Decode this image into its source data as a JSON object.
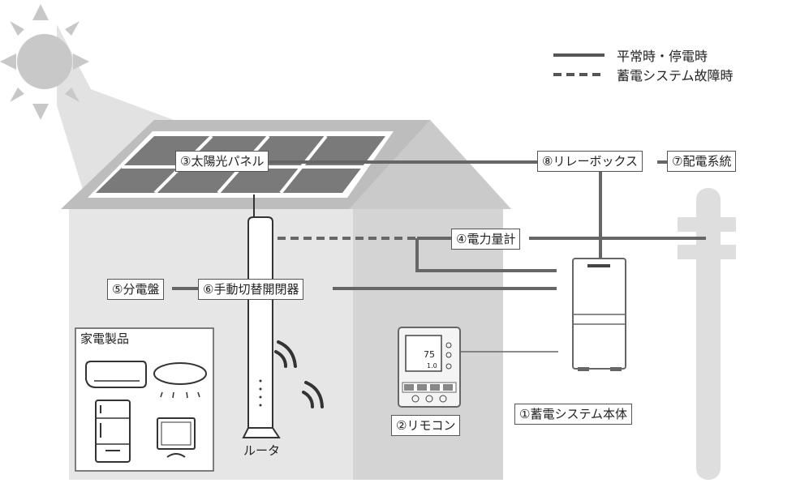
{
  "legend": {
    "normal_outage": "平常時・停電時",
    "storage_failure": "蓄電システム故障時"
  },
  "labels": {
    "storage_unit": "①蓄電システム本体",
    "remote": "②リモコン",
    "solar_panel": "③太陽光パネル",
    "power_meter": "④電力量計",
    "distribution_board": "⑤分電盤",
    "manual_switch": "⑥手動切替開閉器",
    "grid": "⑦配電系統",
    "relay_box": "⑧リレーボックス",
    "appliances": "家電製品",
    "router": "ルータ"
  },
  "remote_screen": {
    "value_main": "75",
    "value_sub": "1.0"
  },
  "colors": {
    "line": "#666666",
    "house_wall": "#e6e6e6",
    "house_side": "#d4d4d4",
    "roof": "#bdbdbd",
    "sun": "#c8c8c8",
    "pole": "#dedede"
  },
  "icons": [
    "sun-icon",
    "air-conditioner-icon",
    "ceiling-light-icon",
    "refrigerator-icon",
    "television-icon",
    "router-icon",
    "wifi-signal-icon",
    "remote-controller-icon",
    "storage-unit-icon",
    "utility-pole-icon"
  ]
}
